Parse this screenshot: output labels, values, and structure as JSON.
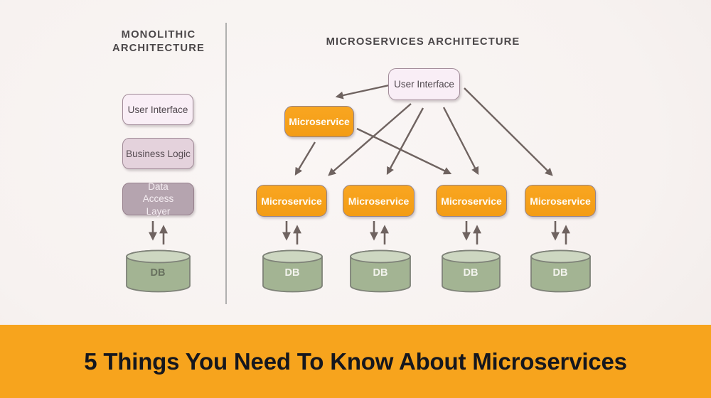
{
  "monolithic": {
    "title": "MONOLITHIC\nARCHITECTURE",
    "layers": [
      {
        "label": "User Interface"
      },
      {
        "label": "Business Logic"
      },
      {
        "label": "Data Access Layer"
      }
    ],
    "db": "DB"
  },
  "microservices": {
    "title": "MICROSERVICES ARCHITECTURE",
    "user_interface": "User Interface",
    "gateway": "Microservice",
    "services": [
      {
        "label": "Microservice"
      },
      {
        "label": "Microservice"
      },
      {
        "label": "Microservice"
      },
      {
        "label": "Microservice"
      }
    ],
    "dbs": [
      "DB",
      "DB",
      "DB",
      "DB"
    ]
  },
  "banner": {
    "text": "5 Things You Need To Know About Microservices"
  },
  "colors": {
    "banner_orange": "#f7a41d",
    "service_orange": "#f6a01c",
    "ui_pink": "#f9eef6",
    "business_mauve": "#e4d2dc",
    "data_access_mauve": "#b5a4af",
    "db_green": "#a3b493",
    "arrow": "#6f6360",
    "heading_text": "#4b4749",
    "banner_text": "#15171e"
  }
}
